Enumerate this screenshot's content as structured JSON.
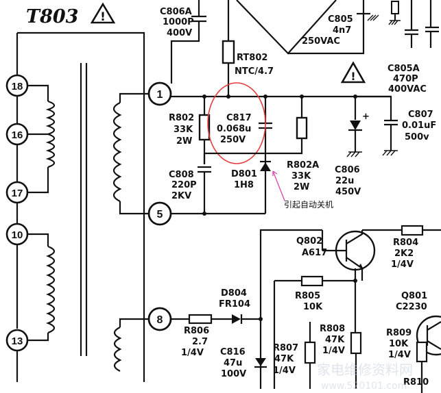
{
  "transformer": {
    "name": "T803",
    "pins": [
      "18",
      "16",
      "17",
      "10",
      "13",
      "1",
      "5",
      "8"
    ]
  },
  "components": {
    "c806a": [
      "C806A",
      "1000P",
      "400V"
    ],
    "c805": [
      "C805",
      "4n7",
      "250VAC"
    ],
    "c805a": [
      "C805A",
      "470P",
      "400VAC"
    ],
    "rt802": [
      "RT802",
      "NTC/4.7"
    ],
    "r802": [
      "R802",
      "33K",
      "2W"
    ],
    "c817": [
      "C817",
      "0.068u",
      "250V"
    ],
    "c807": [
      "C807",
      "0.01uF",
      "500v"
    ],
    "c808": [
      "C808",
      "220P",
      "2KV"
    ],
    "d801": [
      "D801",
      "1H8"
    ],
    "r802a": [
      "R802A",
      "33K",
      "2W"
    ],
    "c806": [
      "C806",
      "22u",
      "450V"
    ],
    "q802": [
      "Q802",
      "A617"
    ],
    "r804": [
      "R804",
      "2K2",
      "1/4V"
    ],
    "d804": [
      "D804",
      "FR104"
    ],
    "r805": [
      "R805",
      "10K"
    ],
    "q801": [
      "Q801",
      "C2230"
    ],
    "r806": [
      "R806",
      "2.7",
      "1/4V"
    ],
    "c816": [
      "C816",
      "47u",
      "100V"
    ],
    "r807": [
      "R807",
      "47K",
      "1/4V"
    ],
    "r808": [
      "R808",
      "47K",
      "1/4V"
    ],
    "r809": [
      "R809",
      "10K",
      "1/4V"
    ],
    "r810": [
      "R810"
    ]
  },
  "annotation": {
    "text": "引起自动关机"
  },
  "watermark": {
    "line1": "家电维修资料网",
    "line2": "www.520101.com"
  }
}
